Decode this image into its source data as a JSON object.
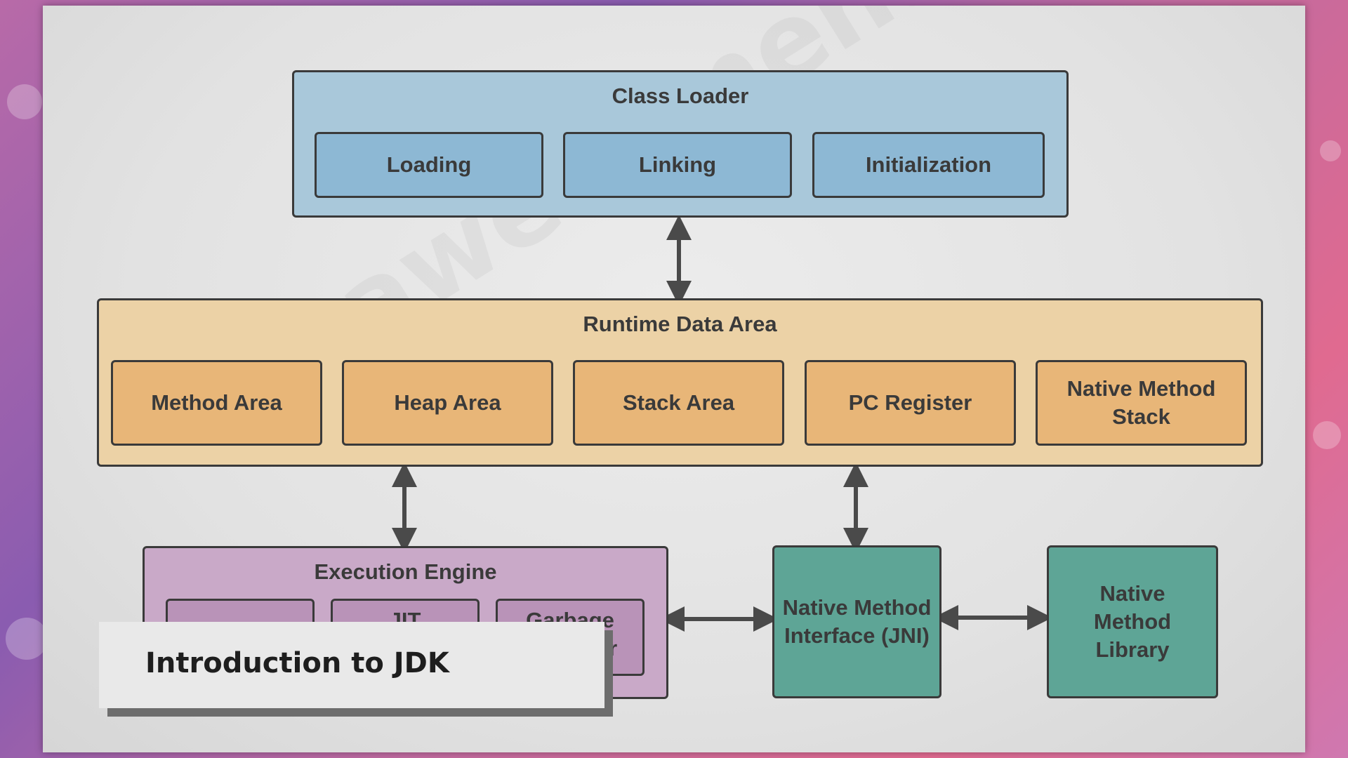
{
  "class_loader": {
    "title": "Class Loader",
    "items": [
      "Loading",
      "Linking",
      "Initialization"
    ]
  },
  "runtime_data_area": {
    "title": "Runtime Data Area",
    "items": [
      "Method Area",
      "Heap Area",
      "Stack Area",
      "PC Register",
      "Native Method Stack"
    ]
  },
  "execution_engine": {
    "title": "Execution Engine",
    "items": [
      "",
      "JIT",
      "Garbage Collector"
    ]
  },
  "native_interface": "Native Method Interface (JNI)",
  "native_library": "Native Method Library",
  "caption": "Introduction to JDK",
  "watermark": "theawesomenayak",
  "colors": {
    "class_loader": "#a9c8da",
    "runtime_data_area": "#ecd2a6",
    "execution_engine": "#c9a9c8",
    "native": "#5ea596"
  }
}
